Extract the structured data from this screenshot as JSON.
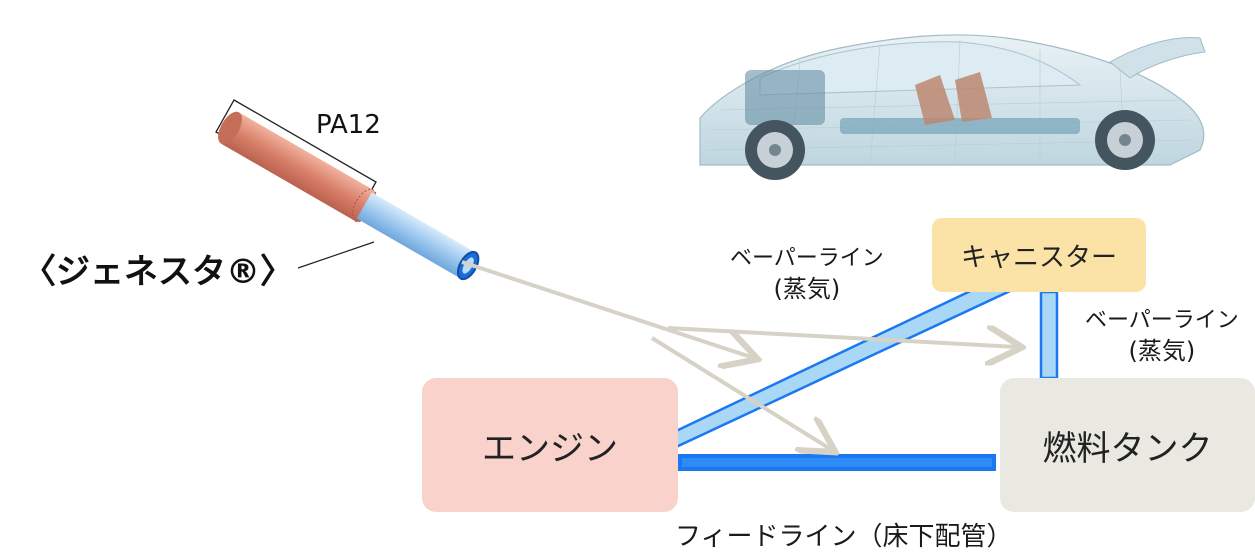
{
  "product": {
    "name": "〈ジェネスタ®〉",
    "material": "PA12"
  },
  "nodes": {
    "engine": "エンジン",
    "tank": "燃料タンク",
    "canister": "キャニスター"
  },
  "lines": {
    "vapor_1": {
      "name": "ベーパーライン",
      "sub": "(蒸気)"
    },
    "vapor_2": {
      "name": "ベーパーライン",
      "sub": "(蒸気)"
    },
    "feed": "フィードライン（床下配管）"
  },
  "colors": {
    "engine_fill": "#f9d2cc",
    "tank_fill": "#e9e8e1",
    "canister_fill": "#fbe3a7",
    "pipe_fill": "#a9d8f7",
    "pipe_edge": "#1c78f0",
    "arrow": "#d6d2c6",
    "tube_outer": "#d9806a",
    "tube_inner": "#9fc9ef"
  },
  "icons": {
    "car": "car-wireframe-icon",
    "tube": "tube-cross-section-icon"
  }
}
